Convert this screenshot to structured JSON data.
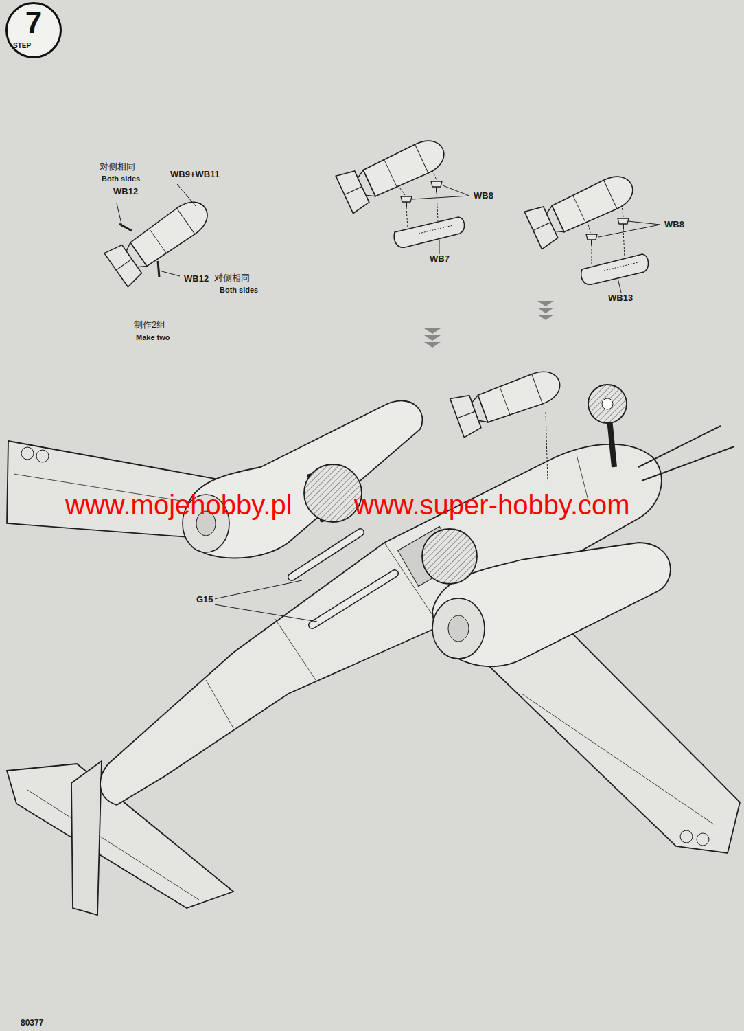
{
  "diagram": {
    "nodes": [
      {
        "text": [
          "7",
          "STEP"
        ]
      }
    ],
    "labels": [
      "对侧相同",
      "Both sides",
      "WB12",
      "WB9+WB11",
      "WB12",
      "对侧相同",
      "Both sides",
      "制作2组",
      "Make two",
      "WB8",
      "WB7",
      "WB8",
      "WB13",
      "G15",
      "www.mojehobby.pl",
      "www.super-hobby.com",
      "80377"
    ]
  }
}
